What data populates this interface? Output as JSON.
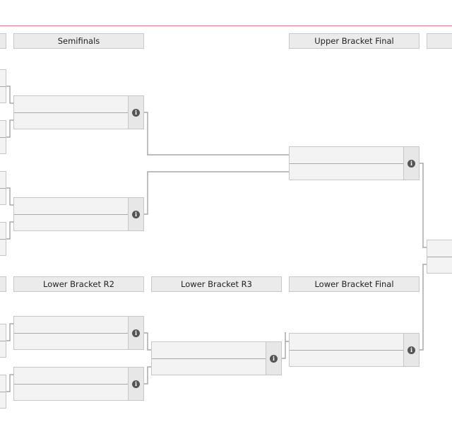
{
  "rounds": {
    "semifinals": "Semifinals",
    "upper_final": "Upper Bracket Final",
    "lower_r2": "Lower Bracket R2",
    "lower_r3": "Lower Bracket R3",
    "lower_final": "Lower Bracket Final"
  },
  "match_info_glyph": "i",
  "matches": {
    "semifinal_1": {
      "team_top": "",
      "team_bottom": ""
    },
    "semifinal_2": {
      "team_top": "",
      "team_bottom": ""
    },
    "upper_final": {
      "team_top": "",
      "team_bottom": ""
    },
    "lower_r2_1": {
      "team_top": "",
      "team_bottom": ""
    },
    "lower_r2_2": {
      "team_top": "",
      "team_bottom": ""
    },
    "lower_r3": {
      "team_top": "",
      "team_bottom": ""
    },
    "lower_final": {
      "team_top": "",
      "team_bottom": ""
    }
  },
  "colors": {
    "accent_rule": "#e57e7e",
    "box_fill": "#f3f3f3",
    "connector": "#a8a8a8",
    "info_icon": "#555555"
  }
}
